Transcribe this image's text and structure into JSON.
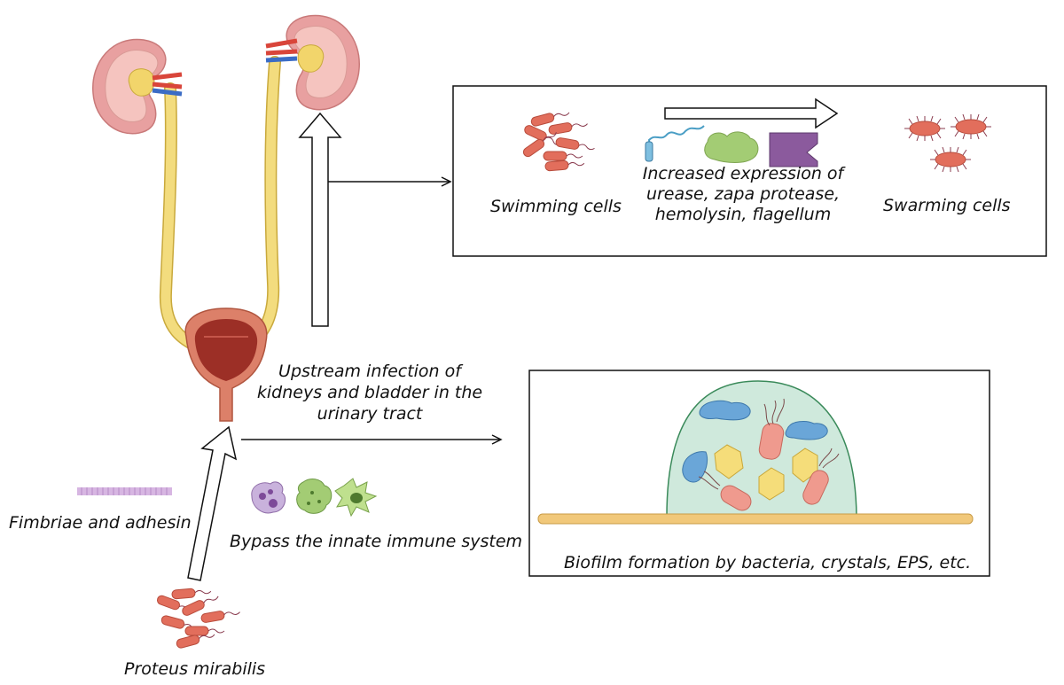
{
  "labels": {
    "swimming_cells": "Swimming cells",
    "increased_expression_line1": "Increased expression of",
    "increased_expression_line2": "urease, zapa protease,",
    "increased_expression_line3": "hemolysin, flagellum",
    "swarming_cells": "Swarming cells",
    "upstream_line1": "Upstream infection of",
    "upstream_line2": "kidneys and bladder in the",
    "upstream_line3": "urinary tract",
    "fimbriae": "Fimbriae and adhesin",
    "bypass": "Bypass the innate immune system",
    "biofilm": "Biofilm formation by bacteria, crystals, EPS, etc.",
    "proteus": "Proteus mirabilis"
  },
  "colors": {
    "kidney_outer": "#e8a0a0",
    "kidney_inner": "#f5c4bf",
    "kidney_pelvis": "#f2d56b",
    "ureter": "#f3dc7e",
    "bladder_outer": "#dc8069",
    "bladder_inner": "#9c2f26",
    "bacterium": "#e26e5c",
    "flagella": "#8a3b4e",
    "biofilm_dome": "#cfe9dc",
    "crystal": "#f5dd7a",
    "eps": "#6aa6d8",
    "surface_bar": "#f1c87a",
    "hemolysin": "#a3cc74",
    "protease": "#8b5a9d",
    "fimbriae": "#d7b6e2"
  },
  "icons": [
    "kidney-icon",
    "ureter-icon",
    "bladder-icon",
    "bacterium-icon",
    "flagellum-icon",
    "hemolysin-icon",
    "protease-icon",
    "swarming-cell-icon",
    "fimbriae-icon",
    "immune-cell-icon",
    "crystal-icon",
    "eps-icon",
    "biofilm-dome-icon"
  ]
}
